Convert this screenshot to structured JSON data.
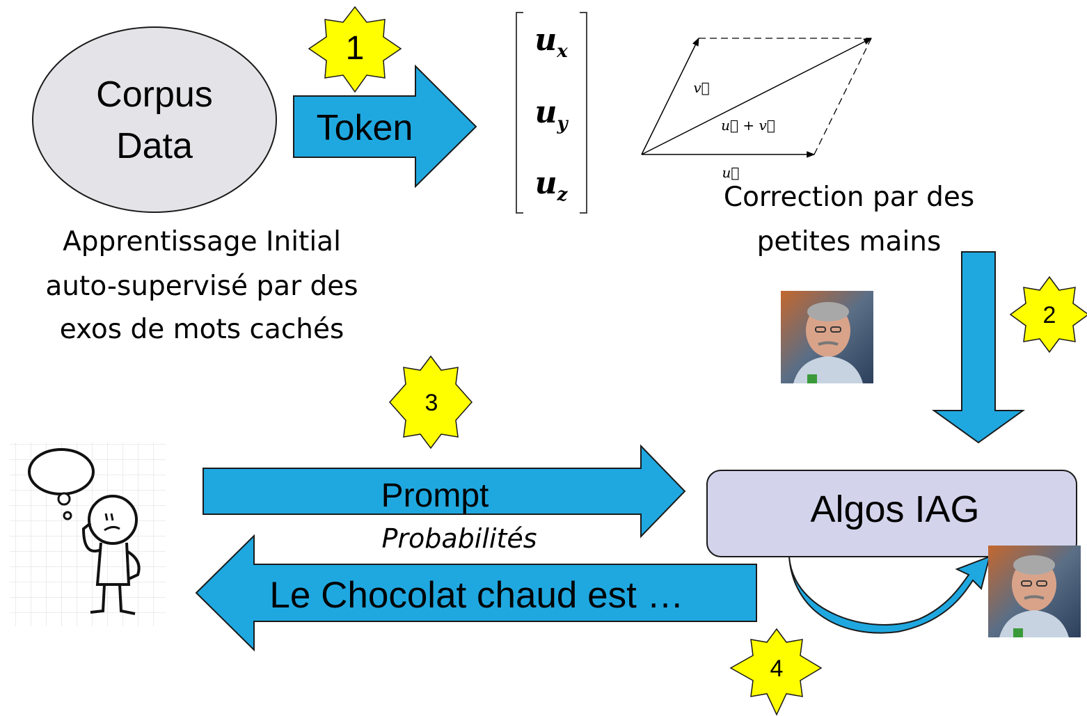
{
  "corpus": {
    "line1": "Corpus",
    "line2": "Data"
  },
  "token_arrow": {
    "label": "Token"
  },
  "badges": {
    "b1": "1",
    "b2": "2",
    "b3": "3",
    "b4": "4"
  },
  "vector": {
    "components": [
      "u",
      "x",
      "u",
      "y",
      "u",
      "z"
    ],
    "v_label": "v⃗",
    "sum_label": "u⃗ + v⃗",
    "u_label": "u⃗"
  },
  "correction_text": {
    "line1": "Correction par des",
    "line2": "petites mains"
  },
  "learning_text": {
    "line1": "Apprentissage Initial",
    "line2": "auto-supervisé par des",
    "line3": "exos de mots cachés"
  },
  "prompt_arrow": {
    "label": "Prompt"
  },
  "probabilities_text": "Probabilités",
  "response_arrow": {
    "label": "Le Chocolat chaud est …"
  },
  "algos_box": {
    "label": "Algos IAG"
  },
  "colors": {
    "arrow_fill": "#1FA8E0",
    "badge_fill": "#FFFF00",
    "oval_fill": "#E4E4E8",
    "box_fill": "#D3D4EC",
    "outline": "#1a1a1a"
  }
}
